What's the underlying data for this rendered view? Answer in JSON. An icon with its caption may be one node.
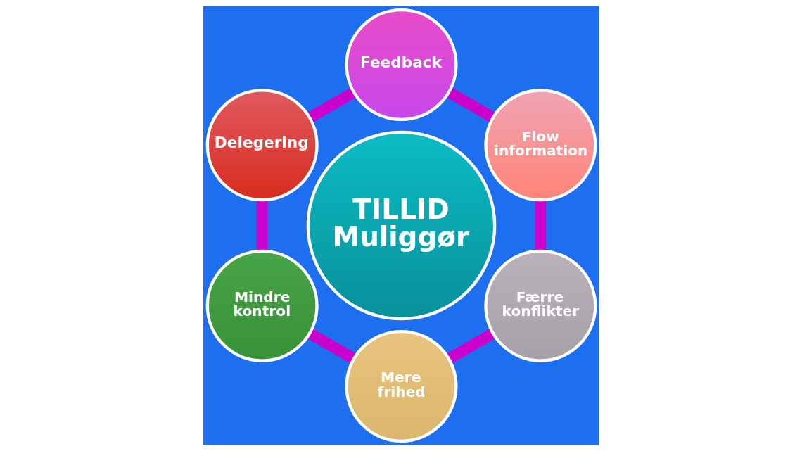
{
  "diagram": {
    "nodes": [
      {
        "text": [
          "Feedback"
        ]
      },
      {
        "text": [
          "Delegering"
        ]
      },
      {
        "text": [
          "Flow information"
        ]
      },
      {
        "text": [
          "TILLID Muliggør"
        ]
      },
      {
        "text": [
          "Mindre kontrol"
        ]
      },
      {
        "text": [
          "Færre konflikter"
        ]
      },
      {
        "text": [
          "Mere frihed"
        ]
      }
    ],
    "edges": [
      {
        "from": 0,
        "to": 2,
        "arrow": "none"
      },
      {
        "from": 2,
        "to": 5,
        "arrow": "none"
      },
      {
        "from": 5,
        "to": 6,
        "arrow": "none"
      },
      {
        "from": 6,
        "to": 4,
        "arrow": "none"
      },
      {
        "from": 4,
        "to": 1,
        "arrow": "none"
      },
      {
        "from": 1,
        "to": 0,
        "arrow": "none"
      }
    ]
  }
}
